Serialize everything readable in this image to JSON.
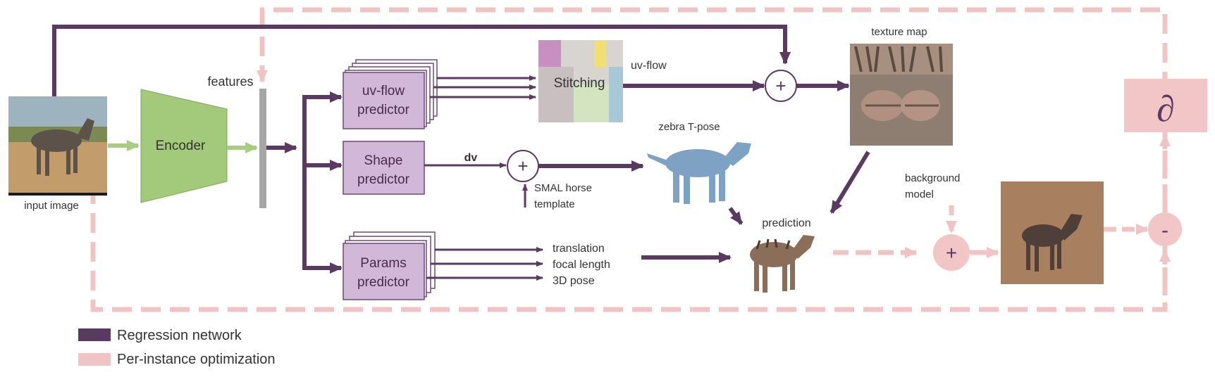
{
  "colors": {
    "regression": "#5b3a61",
    "optimization": "#f0c4c4",
    "encoder_fill": "#a3c97a",
    "encoder_arrow": "#a8cd82",
    "predictor_fill": "#d1b8d8",
    "predictor_stroke": "#6b4a72",
    "feature_bar": "#a6a6a6",
    "background_model_box": "#a88060",
    "partial_box": "#f2c6c6"
  },
  "labels": {
    "input_image": "input image",
    "encoder": "Encoder",
    "features": "features",
    "uv_predictor_line1": "uv-flow",
    "uv_predictor_line2": "predictor",
    "shape_predictor_line1": "Shape",
    "shape_predictor_line2": "predictor",
    "params_predictor_line1": "Params",
    "params_predictor_line2": "predictor",
    "stitching": "Stitching",
    "uv_flow": "uv-flow",
    "texture_map": "texture map",
    "dv": "dv",
    "smal_line1": "SMAL horse",
    "smal_line2": "template",
    "zebra_tpose": "zebra T-pose",
    "prediction": "prediction",
    "translation": "translation",
    "focal_length": "focal length",
    "pose_3d": "3D pose",
    "background_line1": "background",
    "background_line2": "model",
    "partial_symbol": "∂",
    "plus": "+",
    "minus": "-"
  },
  "legend": [
    {
      "label": "Regression network",
      "color": "#5b3a61"
    },
    {
      "label": "Per-instance optimization",
      "color": "#f0c4c4"
    }
  ]
}
